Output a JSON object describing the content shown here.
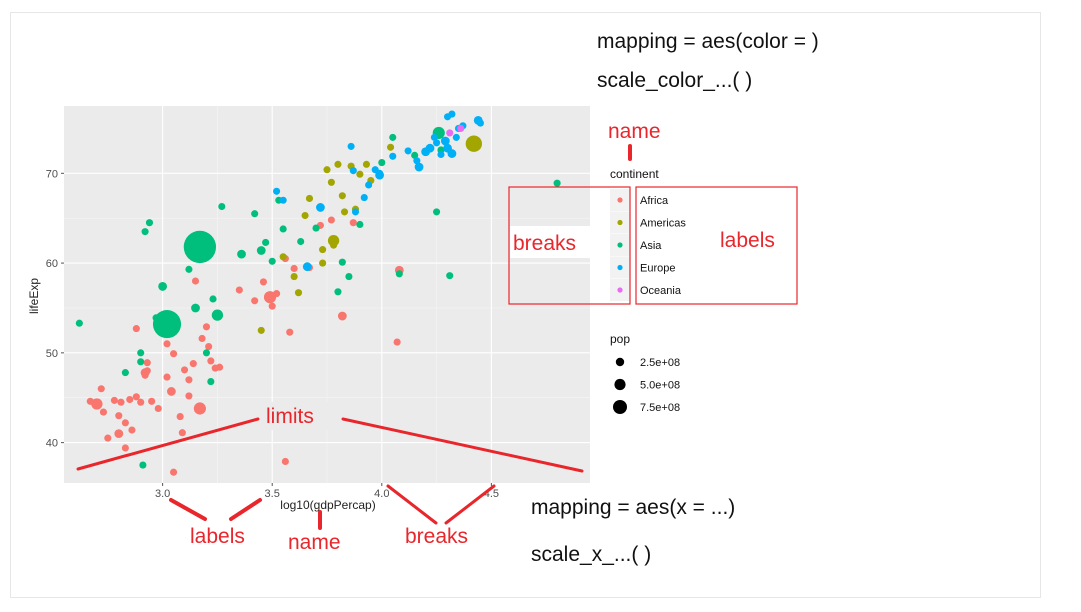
{
  "chart_data": {
    "type": "scatter",
    "xlabel": "log10(gdpPercap)",
    "ylabel": "lifeExp",
    "xlim": [
      2.55,
      4.95
    ],
    "ylim": [
      35.5,
      77.5
    ],
    "x_ticks": [
      3.0,
      3.5,
      4.0,
      4.5
    ],
    "x_tick_labels": [
      "3.0",
      "3.5",
      "4.0",
      "4.5"
    ],
    "y_ticks": [
      40,
      50,
      60,
      70
    ],
    "y_tick_labels": [
      "40",
      "50",
      "60",
      "70"
    ],
    "grid": true,
    "color_legend": {
      "title": "continent",
      "entries": [
        {
          "label": "Africa",
          "color": "#F8766D"
        },
        {
          "label": "Americas",
          "color": "#A3A500"
        },
        {
          "label": "Asia",
          "color": "#00BF7D"
        },
        {
          "label": "Europe",
          "color": "#00B0F6"
        },
        {
          "label": "Oceania",
          "color": "#E76BF3"
        }
      ]
    },
    "size_legend": {
      "title": "pop",
      "entries": [
        {
          "label": "2.5e+08",
          "value": 250000000
        },
        {
          "label": "5.0e+08",
          "value": 500000000
        },
        {
          "label": "7.5e+08",
          "value": 750000000
        }
      ]
    },
    "series": [
      {
        "continent": "Africa",
        "points": [
          [
            2.67,
            44.6,
            0.3
          ],
          [
            2.7,
            44.3,
            0.8
          ],
          [
            2.72,
            46.0,
            0.3
          ],
          [
            2.73,
            43.4,
            0.3
          ],
          [
            2.75,
            40.5,
            0.3
          ],
          [
            2.78,
            44.7,
            0.3
          ],
          [
            2.8,
            43.0,
            0.3
          ],
          [
            2.8,
            41.0,
            0.5
          ],
          [
            2.81,
            44.5,
            0.3
          ],
          [
            2.83,
            39.4,
            0.3
          ],
          [
            2.83,
            42.2,
            0.3
          ],
          [
            2.85,
            44.8,
            0.3
          ],
          [
            2.86,
            41.4,
            0.3
          ],
          [
            2.88,
            52.7,
            0.3
          ],
          [
            2.88,
            45.1,
            0.3
          ],
          [
            2.9,
            44.5,
            0.3
          ],
          [
            2.92,
            47.5,
            0.3
          ],
          [
            2.92,
            47.8,
            0.5
          ],
          [
            2.93,
            48.0,
            0.3
          ],
          [
            2.93,
            48.9,
            0.3
          ],
          [
            2.95,
            44.6,
            0.3
          ],
          [
            2.98,
            43.8,
            0.3
          ],
          [
            3.02,
            51.0,
            0.3
          ],
          [
            3.02,
            47.3,
            0.3
          ],
          [
            3.04,
            45.7,
            0.5
          ],
          [
            3.05,
            49.9,
            0.3
          ],
          [
            3.05,
            36.7,
            0.3
          ],
          [
            3.08,
            42.9,
            0.3
          ],
          [
            3.09,
            41.1,
            0.3
          ],
          [
            3.1,
            48.1,
            0.3
          ],
          [
            3.12,
            47.0,
            0.3
          ],
          [
            3.12,
            45.2,
            0.3
          ],
          [
            3.14,
            48.8,
            0.3
          ],
          [
            3.15,
            58.0,
            0.3
          ],
          [
            3.17,
            43.8,
            0.9
          ],
          [
            3.18,
            51.6,
            0.3
          ],
          [
            3.2,
            52.9,
            0.3
          ],
          [
            3.21,
            50.7,
            0.3
          ],
          [
            3.22,
            49.1,
            0.3
          ],
          [
            3.24,
            48.3,
            0.3
          ],
          [
            3.26,
            48.4,
            0.3
          ],
          [
            3.35,
            57.0,
            0.3
          ],
          [
            3.42,
            55.8,
            0.3
          ],
          [
            3.46,
            57.9,
            0.3
          ],
          [
            3.49,
            56.2,
            0.9
          ],
          [
            3.5,
            55.2,
            0.3
          ],
          [
            3.52,
            56.6,
            0.3
          ],
          [
            3.56,
            60.5,
            0.3
          ],
          [
            3.56,
            37.9,
            0.3
          ],
          [
            3.58,
            52.3,
            0.3
          ],
          [
            3.6,
            59.4,
            0.3
          ],
          [
            3.67,
            59.5,
            0.3
          ],
          [
            3.72,
            64.2,
            0.3
          ],
          [
            3.77,
            64.8,
            0.3
          ],
          [
            3.82,
            54.1,
            0.5
          ],
          [
            3.87,
            64.5,
            0.3
          ],
          [
            4.07,
            51.2,
            0.3
          ],
          [
            4.08,
            59.2,
            0.5
          ]
        ]
      },
      {
        "continent": "Americas",
        "points": [
          [
            3.45,
            52.5,
            0.3
          ],
          [
            3.55,
            60.7,
            0.3
          ],
          [
            3.6,
            58.5,
            0.3
          ],
          [
            3.62,
            56.7,
            0.3
          ],
          [
            3.65,
            65.3,
            0.3
          ],
          [
            3.67,
            67.2,
            0.3
          ],
          [
            3.73,
            60.0,
            0.3
          ],
          [
            3.73,
            61.5,
            0.3
          ],
          [
            3.75,
            70.4,
            0.3
          ],
          [
            3.77,
            69.0,
            0.3
          ],
          [
            3.78,
            62.5,
            0.8
          ],
          [
            3.78,
            62.0,
            0.3
          ],
          [
            3.8,
            71.0,
            0.3
          ],
          [
            3.82,
            67.5,
            0.3
          ],
          [
            3.83,
            65.7,
            0.3
          ],
          [
            3.86,
            70.8,
            0.3
          ],
          [
            3.88,
            66.0,
            0.3
          ],
          [
            3.9,
            69.9,
            0.3
          ],
          [
            3.93,
            71.0,
            0.3
          ],
          [
            3.95,
            69.2,
            0.3
          ],
          [
            4.04,
            72.9,
            0.3
          ],
          [
            4.42,
            73.3,
            1.4
          ]
        ]
      },
      {
        "continent": "Asia",
        "points": [
          [
            2.62,
            53.3,
            0.3
          ],
          [
            2.83,
            47.8,
            0.3
          ],
          [
            2.9,
            50.0,
            0.3
          ],
          [
            2.9,
            49.0,
            0.3
          ],
          [
            2.91,
            37.5,
            0.3
          ],
          [
            2.92,
            63.5,
            0.3
          ],
          [
            2.94,
            64.5,
            0.3
          ],
          [
            2.97,
            53.9,
            0.3
          ],
          [
            3.0,
            57.4,
            0.5
          ],
          [
            3.02,
            53.2,
            2.8
          ],
          [
            3.12,
            59.3,
            0.3
          ],
          [
            3.15,
            55.0,
            0.5
          ],
          [
            3.17,
            61.8,
            3.3
          ],
          [
            3.2,
            50.0,
            0.3
          ],
          [
            3.22,
            46.8,
            0.3
          ],
          [
            3.23,
            56.0,
            0.3
          ],
          [
            3.25,
            54.2,
            0.8
          ],
          [
            3.27,
            66.3,
            0.3
          ],
          [
            3.36,
            61.0,
            0.5
          ],
          [
            3.42,
            65.5,
            0.3
          ],
          [
            3.45,
            61.4,
            0.5
          ],
          [
            3.47,
            62.3,
            0.3
          ],
          [
            3.5,
            60.2,
            0.3
          ],
          [
            3.53,
            67.0,
            0.3
          ],
          [
            3.55,
            63.8,
            0.3
          ],
          [
            3.63,
            62.4,
            0.3
          ],
          [
            3.7,
            63.9,
            0.3
          ],
          [
            3.8,
            56.8,
            0.3
          ],
          [
            3.82,
            60.1,
            0.3
          ],
          [
            3.85,
            58.5,
            0.3
          ],
          [
            3.9,
            64.3,
            0.3
          ],
          [
            4.0,
            71.2,
            0.3
          ],
          [
            4.05,
            74.0,
            0.3
          ],
          [
            4.08,
            58.8,
            0.3
          ],
          [
            4.15,
            72.0,
            0.3
          ],
          [
            4.25,
            65.7,
            0.3
          ],
          [
            4.26,
            74.5,
            0.9
          ],
          [
            4.27,
            72.6,
            0.3
          ],
          [
            4.31,
            58.6,
            0.3
          ],
          [
            4.8,
            68.9,
            0.3
          ]
        ]
      },
      {
        "continent": "Europe",
        "points": [
          [
            3.52,
            68.0,
            0.3
          ],
          [
            3.55,
            67.0,
            0.3
          ],
          [
            3.66,
            59.6,
            0.5
          ],
          [
            3.72,
            66.2,
            0.5
          ],
          [
            3.86,
            73.0,
            0.3
          ],
          [
            3.87,
            70.3,
            0.3
          ],
          [
            3.88,
            65.7,
            0.3
          ],
          [
            3.92,
            67.3,
            0.3
          ],
          [
            3.94,
            68.7,
            0.3
          ],
          [
            3.97,
            70.4,
            0.3
          ],
          [
            3.99,
            69.8,
            0.5
          ],
          [
            3.99,
            70.0,
            0.3
          ],
          [
            4.05,
            71.9,
            0.3
          ],
          [
            4.12,
            72.5,
            0.3
          ],
          [
            4.16,
            71.4,
            0.3
          ],
          [
            4.17,
            70.7,
            0.5
          ],
          [
            4.2,
            72.4,
            0.5
          ],
          [
            4.22,
            72.8,
            0.5
          ],
          [
            4.24,
            74.0,
            0.3
          ],
          [
            4.25,
            73.4,
            0.3
          ],
          [
            4.27,
            72.1,
            0.3
          ],
          [
            4.29,
            73.6,
            0.5
          ],
          [
            4.3,
            72.8,
            0.5
          ],
          [
            4.32,
            72.2,
            0.5
          ],
          [
            4.35,
            75.0,
            0.3
          ],
          [
            4.3,
            76.3,
            0.3
          ],
          [
            4.32,
            76.6,
            0.3
          ],
          [
            4.37,
            75.3,
            0.3
          ],
          [
            4.34,
            74.0,
            0.3
          ],
          [
            4.44,
            75.9,
            0.5
          ],
          [
            4.45,
            75.6,
            0.3
          ]
        ]
      },
      {
        "continent": "Oceania",
        "points": [
          [
            4.31,
            74.5,
            0.3
          ],
          [
            4.36,
            75.0,
            0.3
          ]
        ]
      }
    ]
  },
  "annotations": {
    "code_color_1": "mapping = aes(color = )",
    "code_color_2": "scale_color_...( )",
    "code_x_1": "mapping = aes(x = ...)",
    "code_x_2": "scale_x_...( )",
    "legend_name": "name",
    "legend_breaks": "breaks",
    "legend_labels": "labels",
    "axis_limits": "limits",
    "axis_labels": "labels",
    "axis_name": "name",
    "axis_breaks": "breaks"
  },
  "colors": {
    "panel_bg": "#EBEBEB",
    "grid_major": "#FFFFFF",
    "annotation_red": "#E8262B",
    "text": "#111111"
  }
}
